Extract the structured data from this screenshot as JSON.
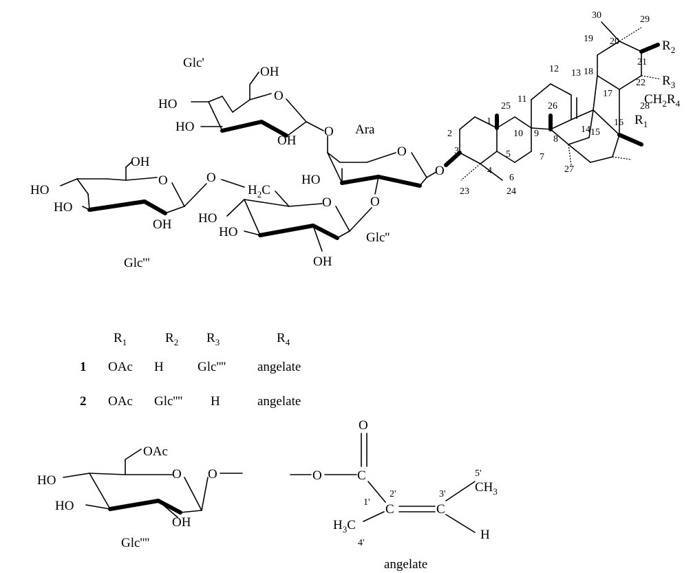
{
  "sugar_labels": {
    "glc1": "Glc'",
    "ara": "Ara",
    "glc2": "Glc''",
    "glc3": "Glc'''",
    "glc4": "Glc''''"
  },
  "groups": {
    "oh": "OH",
    "ho": "HO",
    "o": "O",
    "h2c": "H",
    "h2c_sub": "2",
    "h2c_c": "C",
    "oac": "OAc",
    "ch2r4_ch": "CH",
    "ch2r4_sub": "2",
    "ch2r4_r": "R",
    "ch2r4_r_sub": "4",
    "r1": "R",
    "r1_sub": "1",
    "r2": "R",
    "r2_sub": "2",
    "r3": "R",
    "r3_sub": "3"
  },
  "atom_numbers": [
    "1",
    "2",
    "3",
    "4",
    "5",
    "6",
    "7",
    "8",
    "9",
    "10",
    "11",
    "12",
    "13",
    "14",
    "15",
    "16",
    "17",
    "18",
    "19",
    "20",
    "21",
    "22",
    "23",
    "24",
    "25",
    "26",
    "27",
    "28",
    "29",
    "30"
  ],
  "table": {
    "headers": [
      {
        "main": "R",
        "sub": "1"
      },
      {
        "main": "R",
        "sub": "2"
      },
      {
        "main": "R",
        "sub": "3"
      },
      {
        "main": "R",
        "sub": "4"
      }
    ],
    "rows": [
      {
        "id": "1",
        "r1": "OAc",
        "r2": "H",
        "r3": "Glc''''",
        "r4": "angelate"
      },
      {
        "id": "2",
        "r1": "OAc",
        "r2": "Glc''''",
        "r3": "H",
        "r4": "angelate"
      }
    ]
  },
  "angelate": {
    "name": "angelate",
    "carbonyl_o": "O",
    "ester_o": "O",
    "c": "C",
    "h3c": "H",
    "h3c_sub": "3",
    "h3c_c": "C",
    "ch3_c": "CH",
    "ch3_sub": "3",
    "h": "H",
    "pos_1": "1'",
    "pos_2": "2'",
    "pos_3": "3'",
    "pos_4": "4'",
    "pos_5": "5'"
  }
}
